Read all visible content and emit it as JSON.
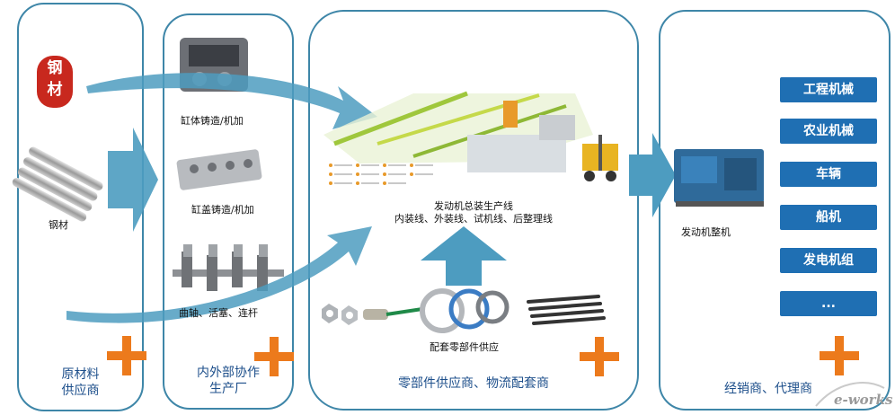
{
  "panels": {
    "raw": {
      "label_line1": "原材料",
      "label_line2": "供应商",
      "logo_line1": "钢",
      "logo_line2": "材",
      "steel_caption": "钢材"
    },
    "partners": {
      "label_line1": "内外部协作",
      "label_line2": "生产厂",
      "block_caption": "缸体铸造/机加",
      "head_caption": "缸盖铸造/机加",
      "crank_caption": "曲轴、活塞、连杆"
    },
    "parts": {
      "label": "零部件供应商、物流配套商",
      "line_title": "发动机总装生产线",
      "line_subtitle": "内装线、外装线、试机线、后整理线",
      "supply_caption": "配套零部件供应"
    },
    "dealers": {
      "label": "经销商、代理商",
      "engine_caption": "发动机整机",
      "items": [
        "工程机械",
        "农业机械",
        "车辆",
        "船机",
        "发电机组",
        "..."
      ]
    }
  },
  "watermark": "e-works",
  "colors": {
    "panel_border": "#3e86a8",
    "arrow": "#4d9cc0",
    "plus": "#ec7a1c",
    "button": "#1f6fb3",
    "label": "#1d4f8b"
  }
}
